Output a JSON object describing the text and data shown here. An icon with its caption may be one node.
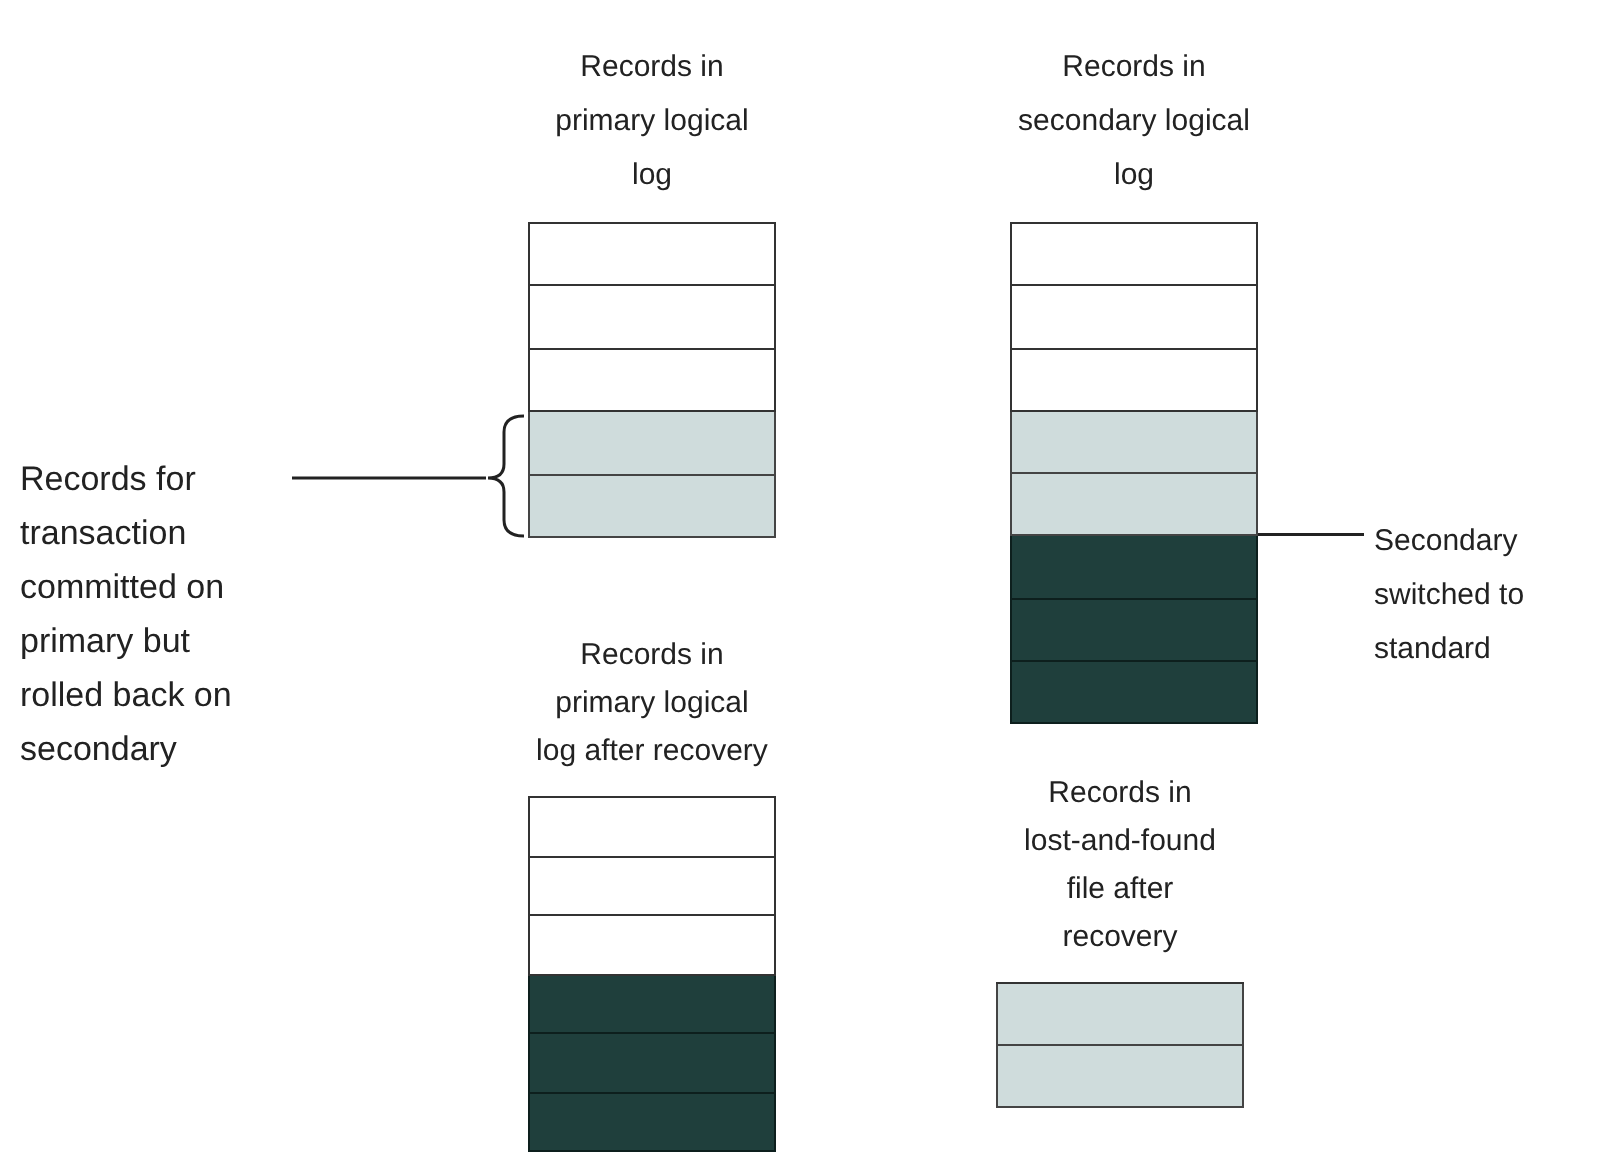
{
  "diagram": {
    "nodes": [
      {
        "text": [
          "Records in primary logical log"
        ]
      },
      {
        "text": [],
        "shape": "box",
        "in": 0
      },
      {
        "text": [],
        "shape": "box",
        "in": 0
      },
      {
        "text": [],
        "shape": "box",
        "in": 0
      },
      {
        "text": [],
        "shape": "box",
        "in": 0
      },
      {
        "text": [],
        "shape": "box",
        "in": 0
      },
      {
        "text": [
          "Records in secondary logical log"
        ]
      },
      {
        "text": [],
        "shape": "box",
        "in": 6
      },
      {
        "text": [],
        "shape": "box",
        "in": 6
      },
      {
        "text": [],
        "shape": "box",
        "in": 6
      },
      {
        "text": [],
        "shape": "box",
        "in": 6
      },
      {
        "text": [],
        "shape": "box",
        "in": 6
      },
      {
        "text": [],
        "shape": "box",
        "in": 6
      },
      {
        "text": [],
        "shape": "box",
        "in": 6
      },
      {
        "text": [],
        "shape": "box",
        "in": 6
      },
      {
        "text": [
          "Records in primary logical log after recovery"
        ]
      },
      {
        "text": [],
        "shape": "box",
        "in": 15
      },
      {
        "text": [],
        "shape": "box",
        "in": 15
      },
      {
        "text": [],
        "shape": "box",
        "in": 15
      },
      {
        "text": [],
        "shape": "box",
        "in": 15
      },
      {
        "text": [],
        "shape": "box",
        "in": 15
      },
      {
        "text": [],
        "shape": "box",
        "in": 15
      },
      {
        "text": [
          "Records in lost-and-found file after recovery"
        ]
      },
      {
        "text": [],
        "shape": "box",
        "in": 22
      },
      {
        "text": [],
        "shape": "box",
        "in": 22
      },
      {
        "text": [
          "Records for transaction committed on primary but rolled back on secondary"
        ]
      },
      {
        "text": [
          "Secondary switched to standard"
        ]
      }
    ],
    "edges": [
      {
        "from": 25,
        "to": 0,
        "arrow": "none"
      },
      {
        "from": 26,
        "to": 12,
        "arrow": "none"
      }
    ]
  }
}
